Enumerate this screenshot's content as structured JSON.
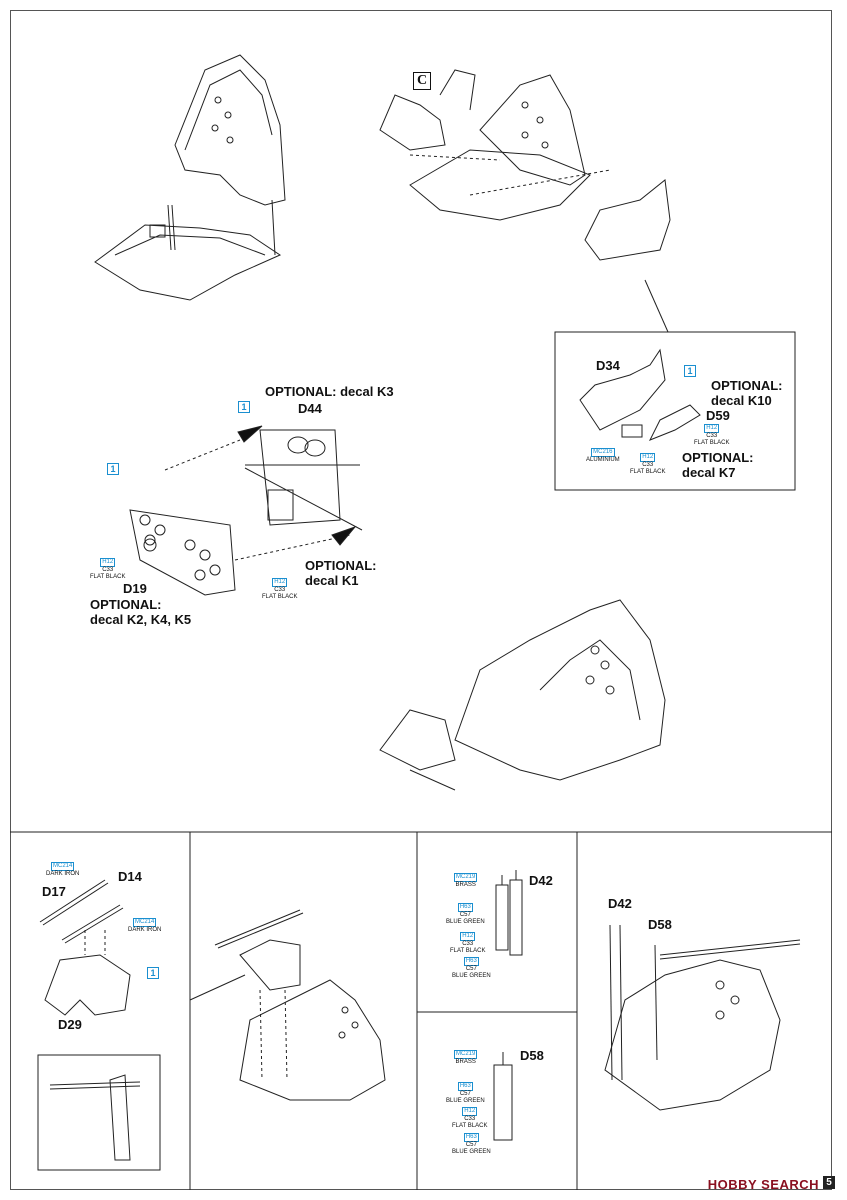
{
  "step_labels": {
    "optional_k3": "OPTIONAL: decal K3",
    "d44": "D44",
    "optional_k1_line1": "OPTIONAL:",
    "optional_k1_line2": "decal K1",
    "d19": "D19",
    "optional_k2_line1": "OPTIONAL:",
    "optional_k2_line2": "decal K2, K4, K5",
    "c": "C",
    "d34": "D34",
    "optional_k10_line1": "OPTIONAL:",
    "optional_k10_line2": "decal K10",
    "d59": "D59",
    "optional_k7_line1": "OPTIONAL:",
    "optional_k7_line2": "decal K7",
    "d14": "D14",
    "d17": "D17",
    "d29": "D29",
    "d42_a": "D42",
    "d42_b": "D42",
    "d58_a": "D58",
    "d58_b": "D58"
  },
  "numbers": {
    "one": "1"
  },
  "paints": {
    "h12": "H12",
    "c33": "C33",
    "flat_black": "FLAT BLACK",
    "mc216": "MC216",
    "aluminium": "ALUMINIUM",
    "mc214": "MC214",
    "dark_iron": "DARK IRON",
    "mc219": "MC219",
    "brass": "BRASS",
    "h63": "H63",
    "c57": "C57",
    "blue_green": "BLUE GREEN"
  },
  "footer": {
    "watermark": "HOBBY SEARCH",
    "page": "5"
  },
  "colors": {
    "paint_code": "#1a8fd0",
    "watermark": "#8a1020"
  }
}
